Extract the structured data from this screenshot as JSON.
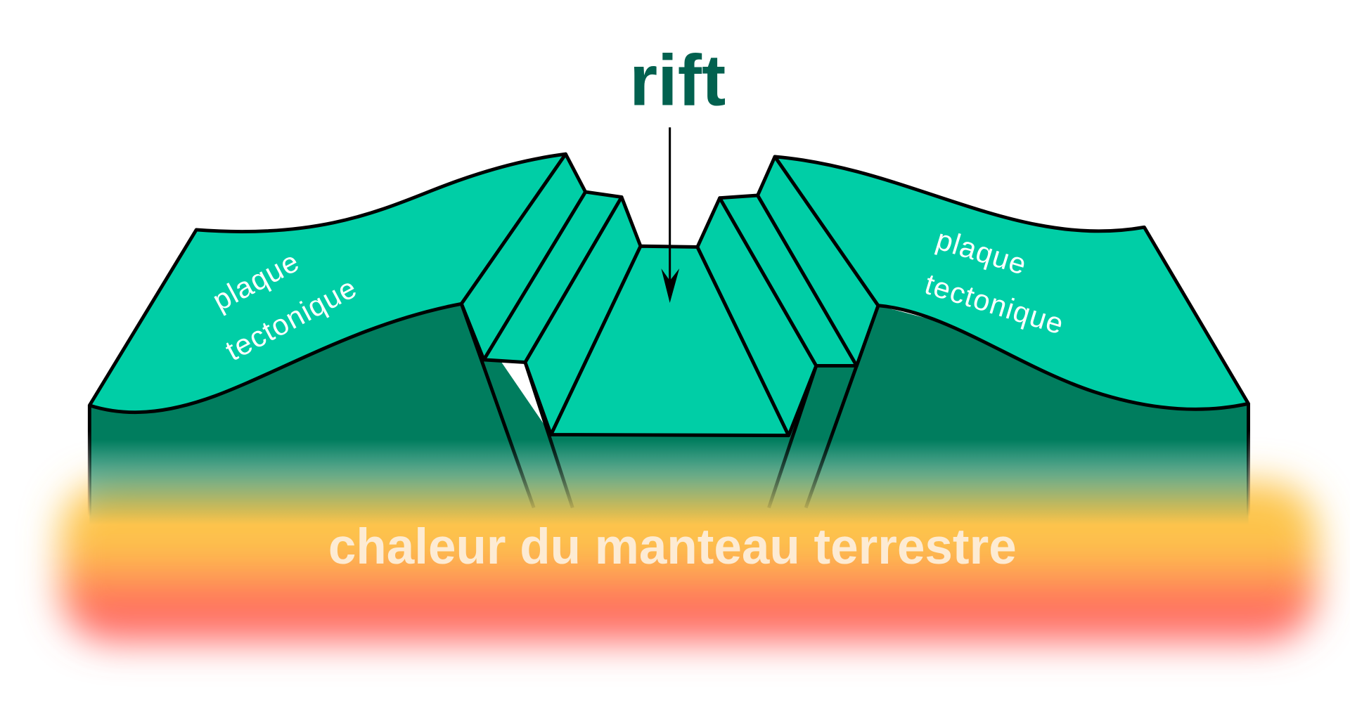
{
  "title": "rift",
  "left_plate": {
    "line1": "plaque",
    "line2": "tectonique"
  },
  "right_plate": {
    "line1": "plaque",
    "line2": "tectonique"
  },
  "mantle_label": "chaleur du manteau terrestre",
  "colors": {
    "title": "#02614f",
    "plate_surface": "#00cea6",
    "plate_body": "#007d5e",
    "heat_top": "#fdc54c",
    "heat_bottom": "#ff6262",
    "mantle_text": "#fdebd3"
  }
}
